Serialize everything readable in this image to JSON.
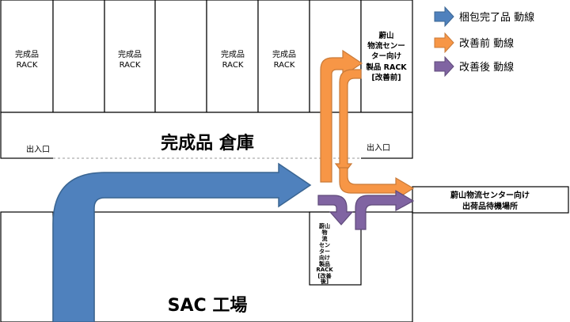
{
  "legend": [
    {
      "label": "梱包完了品 動線",
      "color": "#4f81bd"
    },
    {
      "label": "改善前 動線",
      "color": "#f79646"
    },
    {
      "label": "改善後 動線",
      "color": "#8064a2"
    }
  ],
  "racks": [
    {
      "line1": "完成品",
      "line2": "RACK"
    },
    {
      "line1": "完成品",
      "line2": "RACK"
    },
    {
      "line1": "完成品",
      "line2": "RACK"
    },
    {
      "line1": "完成品",
      "line2": "RACK"
    }
  ],
  "old_rack": {
    "lines": [
      "蔚山",
      "物流センー",
      "ター向け",
      "製品 RACK",
      "[改善前]"
    ]
  },
  "new_rack": {
    "lines": [
      "蔚山",
      "物",
      "流",
      "セン",
      "ター",
      "向け",
      "製品",
      "RACK",
      "[改善",
      "後]"
    ]
  },
  "warehouse": {
    "title": "完成品 倉庫",
    "entrance_left": "出入口",
    "entrance_right": "出入口"
  },
  "waiting_area": {
    "line1": "蔚山物流センター向け",
    "line2": "出荷品待機場所"
  },
  "factory": {
    "title": "SAC 工場"
  }
}
